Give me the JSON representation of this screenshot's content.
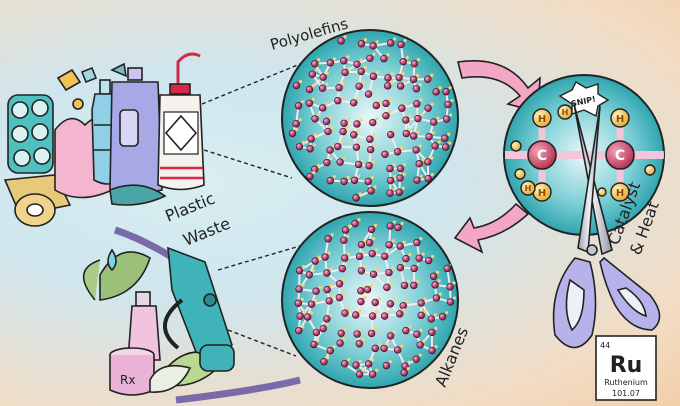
{
  "labels": {
    "polyolefins": "Polyolefins",
    "plastic_waste": [
      "Plastic",
      "Waste"
    ],
    "alkanes": "Alkanes",
    "catalyst": [
      "Catalyst",
      "& Heat"
    ],
    "snip": "SNIP!",
    "rx": "Rx"
  },
  "molecule": {
    "carbon": "C",
    "hydrogen": "H"
  },
  "element": {
    "number": "44",
    "symbol": "Ru",
    "name": "Ruthenium",
    "mass": "101.07"
  },
  "colors": {
    "sphere": "#2aaeb5",
    "bead": "#b53a6a",
    "arrow": "#f4a7c4",
    "ink": "#222222"
  }
}
